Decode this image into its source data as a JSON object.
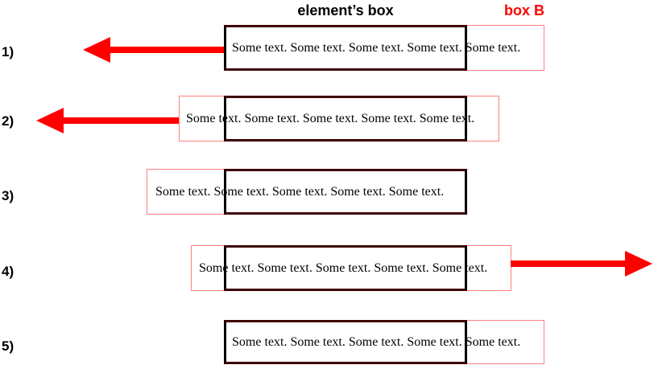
{
  "titles": {
    "element_box_label": "element’s box",
    "box_b_label": "box B"
  },
  "sample_text": "Some text. Some text. Some text. Some text. Some text.",
  "rows": [
    {
      "label": "1)",
      "text": "Some text. Some text. Some text. Some text. Some text.",
      "arrow": "left"
    },
    {
      "label": "2)",
      "text": "Some text. Some text. Some text. Some text. Some text.",
      "arrow": "left"
    },
    {
      "label": "3)",
      "text": "Some text. Some text. Some text. Some text. Some text.",
      "arrow": "none"
    },
    {
      "label": "4)",
      "text": "Some text. Some text. Some text. Some text. Some text.",
      "arrow": "right"
    },
    {
      "label": "5)",
      "text": "Some text. Some text. Some text. Some text. Some text.",
      "arrow": "none"
    }
  ],
  "colors": {
    "arrow_red": "#ff0000",
    "label_red": "#ff0000",
    "box_b_border": "#ff8080",
    "element_box_border": "#000000",
    "element_box_border_horizontal": "#400000"
  }
}
